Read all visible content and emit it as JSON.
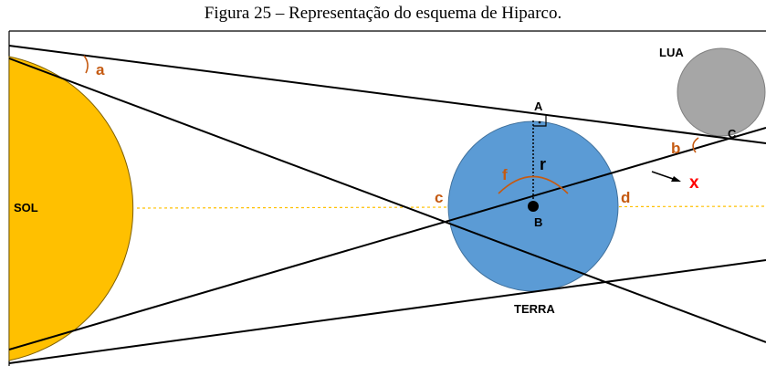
{
  "caption": "Figura 25 – Representação do esquema de Hiparco.",
  "bodies": {
    "sun": "SOL",
    "earth": "TERRA",
    "moon": "LUA"
  },
  "points": {
    "A": "A",
    "B": "B",
    "C": "C"
  },
  "labels": {
    "a": "a",
    "b": "b",
    "c": "c",
    "d": "d",
    "f": "f",
    "r": "r",
    "x": "x"
  },
  "colors": {
    "sun": "#FFC000",
    "earth": "#5B9BD5",
    "moon": "#A6A6A6",
    "angle_labels": "#C55A11",
    "x_label": "#FF0000",
    "axis_dashed": "#FFC000"
  }
}
